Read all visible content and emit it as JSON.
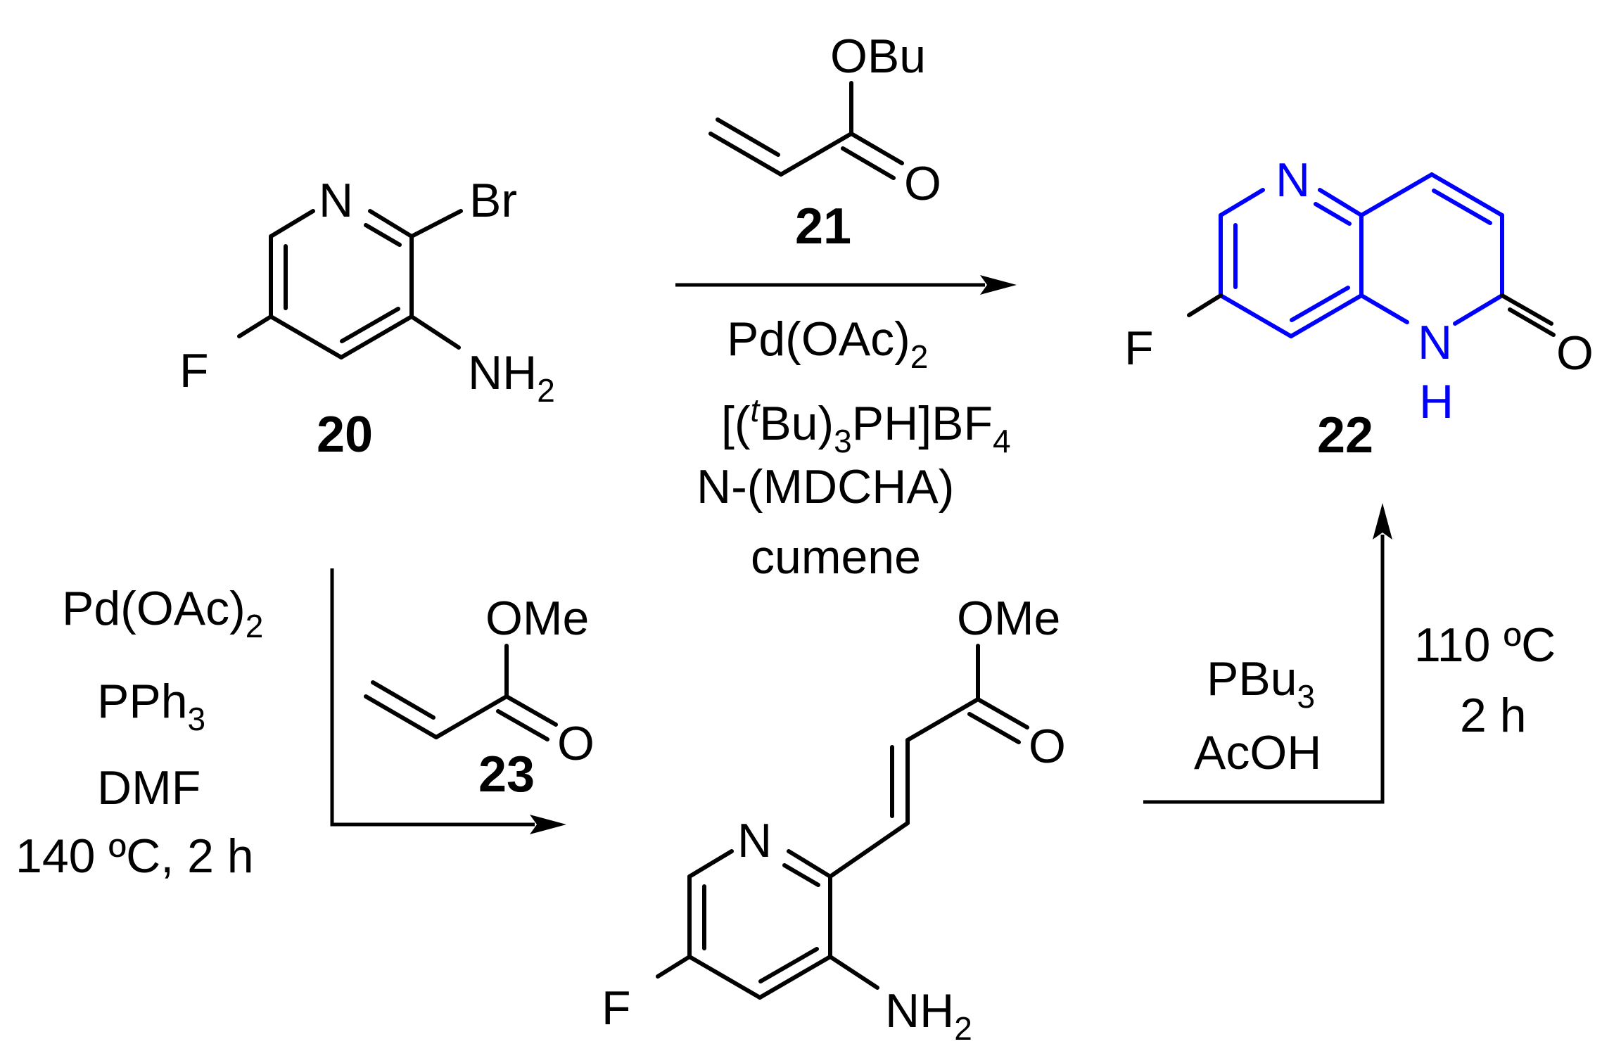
{
  "colors": {
    "ink": "#000000",
    "product_highlight": "#0000ff"
  },
  "compounds": {
    "c20": {
      "label": "20",
      "atoms": {
        "N": "N",
        "Br": "Br",
        "F": "F",
        "NH": "NH",
        "NH_sub": "2"
      }
    },
    "c21": {
      "label": "21",
      "atoms": {
        "OBu": "OBu",
        "O": "O"
      }
    },
    "c22": {
      "label": "22",
      "atoms": {
        "N": "N",
        "F": "F",
        "N_ring": "N",
        "H": "H",
        "O": "O"
      }
    },
    "c23": {
      "label": "23",
      "atoms": {
        "OMe": "OMe",
        "O": "O"
      }
    },
    "intermediate": {
      "atoms": {
        "OMe": "OMe",
        "O": "O",
        "N": "N",
        "F": "F",
        "NH": "NH",
        "NH_sub": "2"
      }
    }
  },
  "conditions": {
    "top": {
      "line1": {
        "main": "Pd(OAc)",
        "sub": "2"
      },
      "line2": {
        "open": "[(",
        "sup": "t",
        "mid": "Bu)",
        "sub1": "3",
        "rest": "PH]BF",
        "sub2": "4"
      },
      "line3": "N-(MDCHA)",
      "line4": "cumene"
    },
    "left": {
      "line1": {
        "main": "Pd(OAc)",
        "sub": "2"
      },
      "line2": {
        "main": "PPh",
        "sub": "3"
      },
      "line3": "DMF",
      "line4": "140 ºC, 2 h"
    },
    "right_a": {
      "line1": {
        "main": "PBu",
        "sub": "3"
      },
      "line2": "AcOH"
    },
    "right_b": {
      "line1": "110 ºC",
      "line2": "2 h"
    }
  }
}
